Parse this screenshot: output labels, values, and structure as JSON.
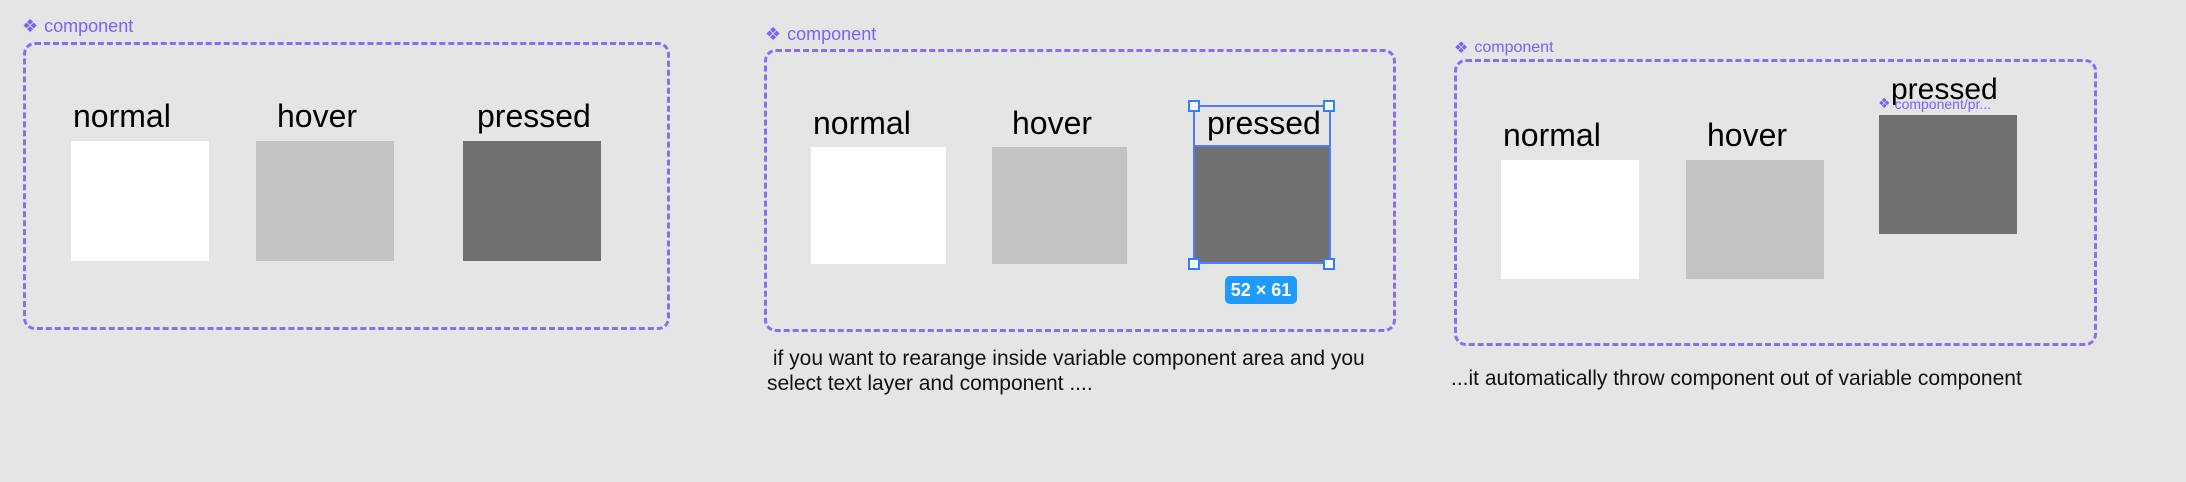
{
  "panel1": {
    "frame_label": "component",
    "states": {
      "normal": "normal",
      "hover": "hover",
      "pressed": "pressed"
    }
  },
  "panel2": {
    "frame_label": "component",
    "states": {
      "normal": "normal",
      "hover": "hover",
      "pressed": "pressed"
    },
    "selection_size": "52 × 61",
    "caption_line1": " if you want to rearange inside variable component area and you",
    "caption_line2": "select text layer and component ...."
  },
  "panel3": {
    "frame_label": "component",
    "states": {
      "normal": "normal",
      "hover": "hover",
      "pressed": "pressed"
    },
    "detached_label": "component/pr...",
    "caption": "...it automatically throw component out of variable component"
  },
  "colors": {
    "canvas": "#e5e5e5",
    "accent_purple": "#7b61ff",
    "selection_blue": "#4f7cff",
    "badge_blue": "#1f9bff",
    "normal_fill": "#ffffff",
    "hover_fill": "#c3c3c3",
    "pressed_fill": "#707070"
  }
}
